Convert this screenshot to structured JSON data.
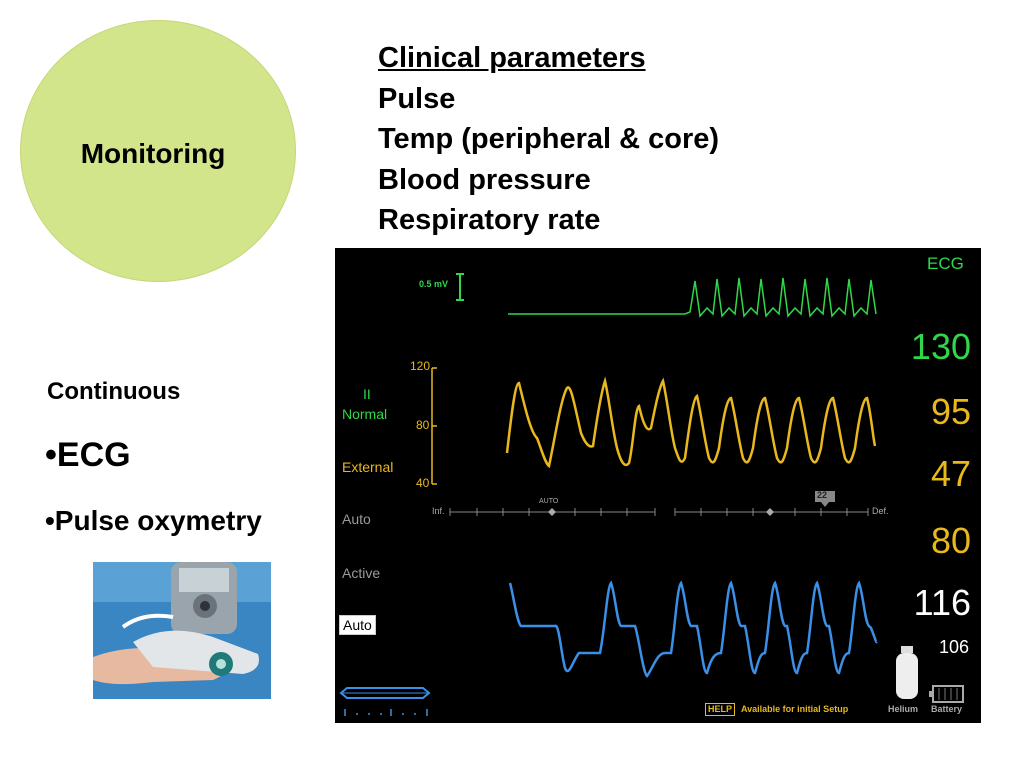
{
  "circle": {
    "label": "Monitoring"
  },
  "parameters": {
    "heading": "Clinical parameters",
    "items": [
      "Pulse",
      "Temp (peripheral & core)",
      "Blood pressure",
      "Respiratory rate"
    ]
  },
  "continuous": {
    "heading": "Continuous",
    "bullets": [
      "•ECG",
      "•Pulse oxymetry"
    ]
  },
  "monitor": {
    "ecg_label": "ECG",
    "scale_label": "0.5 mV",
    "lead": "II",
    "rhythm": "Normal",
    "modes": [
      "External",
      "Auto",
      "Active"
    ],
    "auto_button": "Auto",
    "y_ticks": [
      "120",
      "80",
      "40"
    ],
    "axis_left": "Inf.",
    "axis_right": "Def.",
    "axis_auto": "AUTO",
    "marker": "22",
    "values": [
      "130",
      "95",
      "47",
      "80",
      "116",
      "106"
    ],
    "help_badge": "HELP",
    "help_text": "Available for initial Setup",
    "gas_label": "Helium",
    "battery_label": "Battery",
    "colors": {
      "green": "#2fd84a",
      "yellow": "#e8b81c",
      "blue": "#3b8fe6",
      "white": "#ffffff"
    }
  }
}
